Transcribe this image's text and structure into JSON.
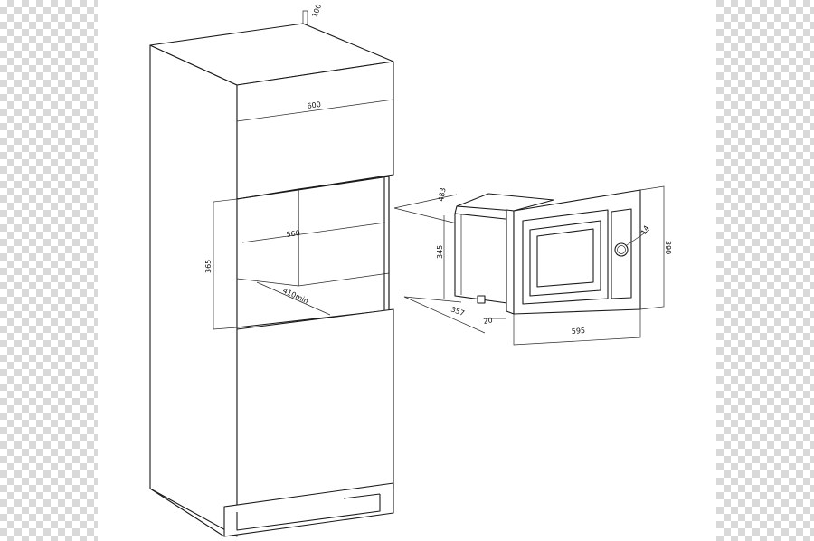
{
  "dimensions": {
    "cabinet_top_depth": "100",
    "cabinet_width": "600",
    "niche_width": "560",
    "niche_height": "365",
    "niche_depth": "410min",
    "appliance_body_depth": "483",
    "appliance_body_height": "345",
    "appliance_side_depth": "357",
    "front_frame_thickness": "20",
    "front_width": "595",
    "front_height": "390",
    "knob_offset": "14"
  },
  "colors": {
    "line": "#1a1a1a",
    "sheet": "#ffffff",
    "checker": "#d9d9d9"
  }
}
